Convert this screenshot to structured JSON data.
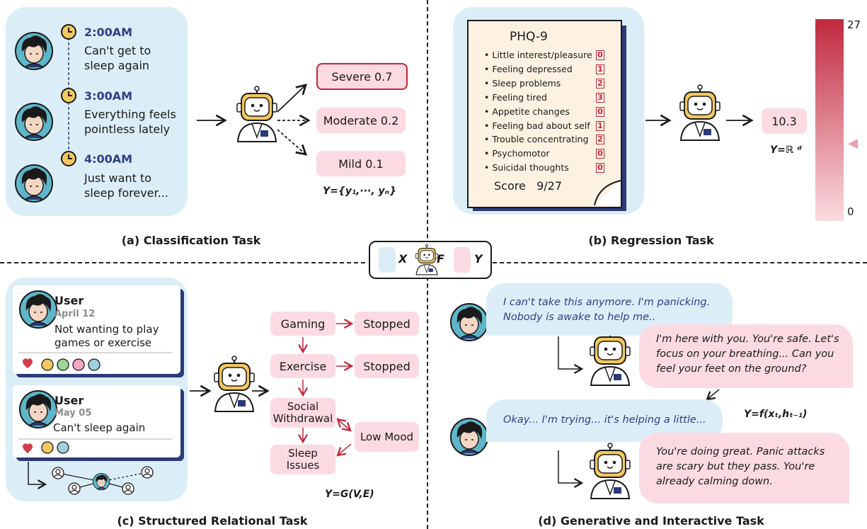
{
  "captions": {
    "a": "(a) Classification Task",
    "b": "(b) Regression Task",
    "c": "(c) Structured Relational Task",
    "d": "(d) Generative and Interactive Task"
  },
  "legend": {
    "x": "X",
    "f": "F",
    "y": "Y"
  },
  "classification": {
    "timeline": [
      {
        "time": "2:00AM",
        "message": "Can't get to sleep again"
      },
      {
        "time": "3:00AM",
        "message": "Everything feels pointless lately"
      },
      {
        "time": "4:00AM",
        "message": "Just want to sleep forever..."
      }
    ],
    "outputs": [
      {
        "label": "Severe 0.7"
      },
      {
        "label": "Moderate 0.2"
      },
      {
        "label": "Mild 0.1"
      }
    ],
    "formula": "Y={y₁,···, yₙ}"
  },
  "regression": {
    "form_title": "PHQ-9",
    "items": [
      {
        "label": "Little interest/pleasure",
        "score": "0"
      },
      {
        "label": "Feeling depressed",
        "score": "1"
      },
      {
        "label": "Sleep problems",
        "score": "2"
      },
      {
        "label": "Feeling tired",
        "score": "3"
      },
      {
        "label": "Appetite changes",
        "score": "0"
      },
      {
        "label": "Feeling bad about self",
        "score": "1"
      },
      {
        "label": "Trouble concentrating",
        "score": "2"
      },
      {
        "label": "Psychomotor",
        "score": "0"
      },
      {
        "label": "Suicidal thoughts",
        "score": "0"
      }
    ],
    "score_label": "Score",
    "score_value": "9/27",
    "output": "10.3",
    "formula": "Y=ℝ ᵈ",
    "scale": {
      "max": "27",
      "min": "0",
      "marker_value": 10.3,
      "max_value": 27
    },
    "colors": {
      "scale_top": "#c0293e",
      "scale_bottom": "#fbdbe1"
    }
  },
  "structured": {
    "posts": [
      {
        "user": "User",
        "date": "April 12",
        "text": "Not wanting to play games or exercise"
      },
      {
        "user": "User",
        "date": "May 05",
        "text": "Can't sleep again"
      }
    ],
    "nodes": {
      "gaming": "Gaming",
      "stopped1": "Stopped",
      "exercise": "Exercise",
      "stopped2": "Stopped",
      "social": "Social Withdrawal",
      "low_mood": "Low Mood",
      "sleep": "Sleep Issues"
    },
    "formula": "Y=G(V,E)"
  },
  "generative": {
    "messages": [
      {
        "role": "user",
        "text": "I can't take this anymore. I'm  panicking. Nobody is awake to help me.."
      },
      {
        "role": "agent",
        "text": "I'm here with you. You're safe. Let's focus on your breathing... Can you feel your feet on the ground?"
      },
      {
        "role": "user",
        "text": "Okay... I'm trying... it's helping a little..."
      },
      {
        "role": "agent",
        "text": "You're doing great. Panic attacks are scary but they pass. You're already calming down."
      }
    ],
    "formula": "Y=f(xₜ,hₜ₋₁)"
  },
  "colors": {
    "accent_red": "#c2253b",
    "navy": "#2c3a7a",
    "light_blue": "#dbeef7",
    "light_pink": "#fbdbe1"
  }
}
